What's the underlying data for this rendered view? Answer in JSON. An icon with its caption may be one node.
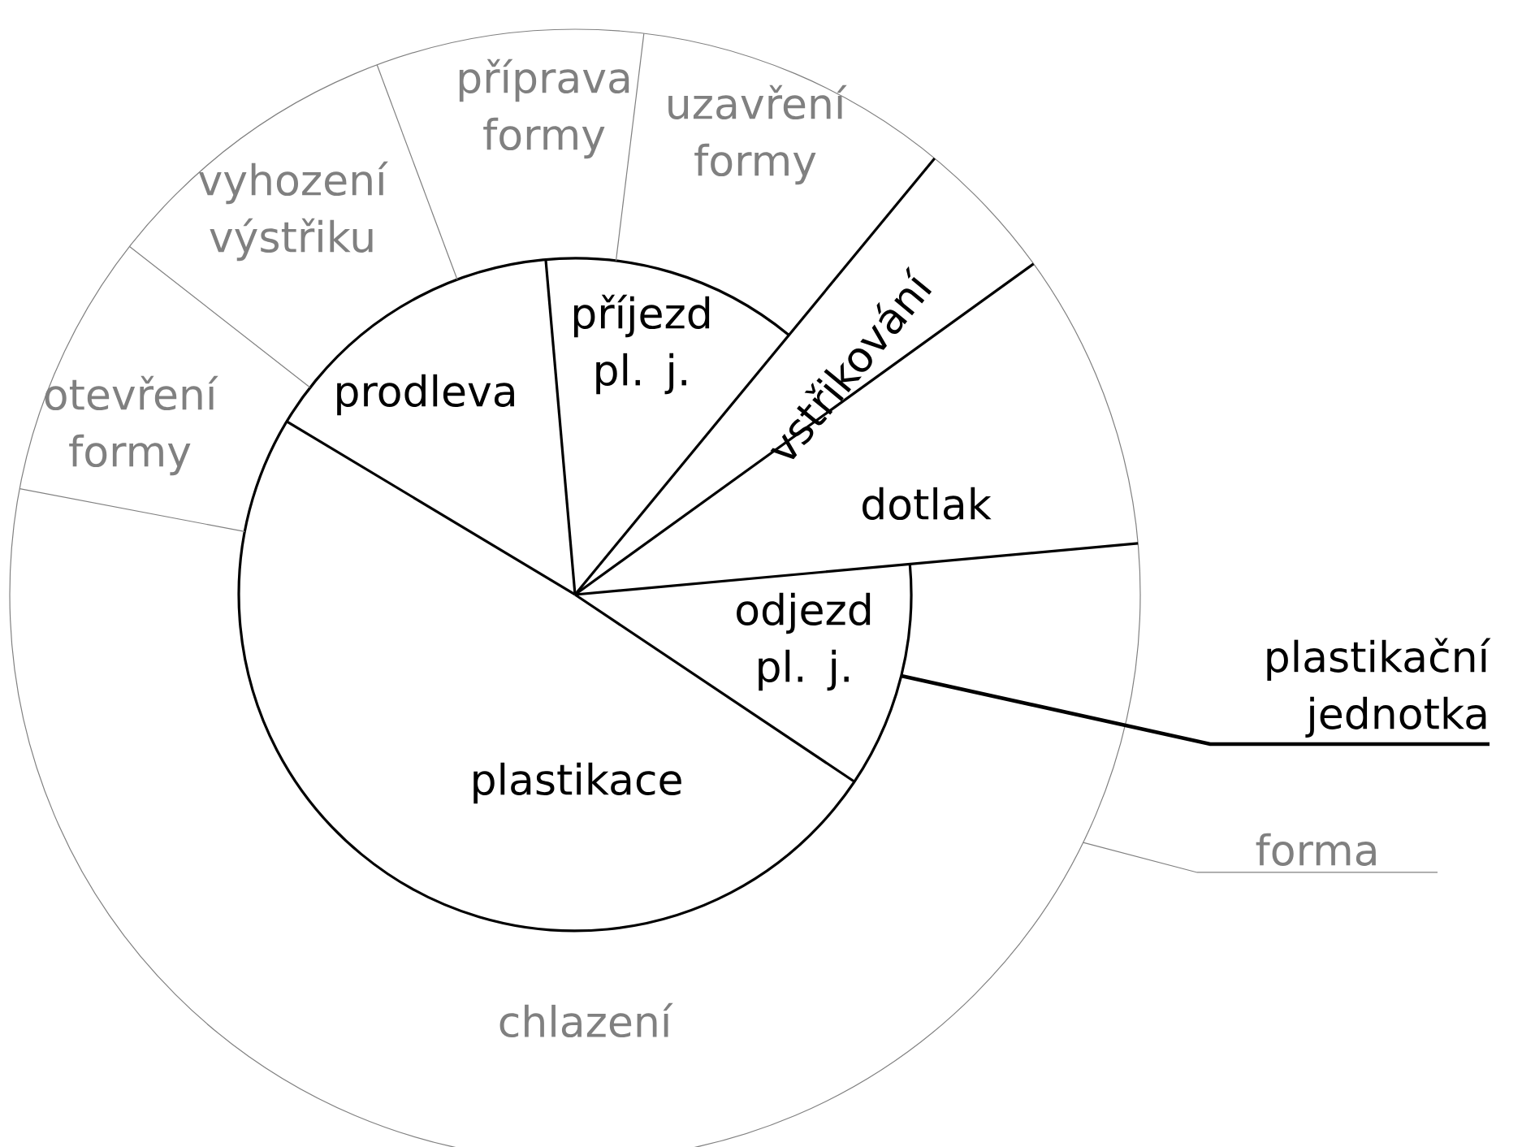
{
  "diagram": {
    "nodes": [
      {
        "text": [],
        "shape": "circle"
      },
      {
        "text": [],
        "shape": "circle",
        "in": 0
      },
      {
        "text": [
          "příprava formy"
        ],
        "in": 0
      },
      {
        "text": [
          "uzavření formy"
        ],
        "in": 0
      },
      {
        "text": [
          "vyhození výstřiku"
        ],
        "in": 0
      },
      {
        "text": [
          "příjezd pl. j."
        ],
        "in": 1
      },
      {
        "text": [
          "vstřikování"
        ],
        "in": 0
      },
      {
        "text": [
          "otevření formy"
        ],
        "in": 0
      },
      {
        "text": [
          "prodleva"
        ],
        "in": 1
      },
      {
        "text": [
          "dotlak"
        ],
        "in": 0
      },
      {
        "text": [
          "odjezd pl. j."
        ],
        "in": 1
      },
      {
        "text": [
          "plastikační jednotka"
        ]
      },
      {
        "text": [
          "plastikace"
        ],
        "in": 1
      },
      {
        "text": [
          "forma"
        ]
      },
      {
        "text": [
          "chlazení"
        ],
        "in": 0
      }
    ],
    "edges": [
      {
        "from": 11,
        "to": 1,
        "arrow": "none",
        "style": "thick"
      },
      {
        "from": 13,
        "to": 0,
        "arrow": "none",
        "color": "#808080"
      }
    ]
  }
}
